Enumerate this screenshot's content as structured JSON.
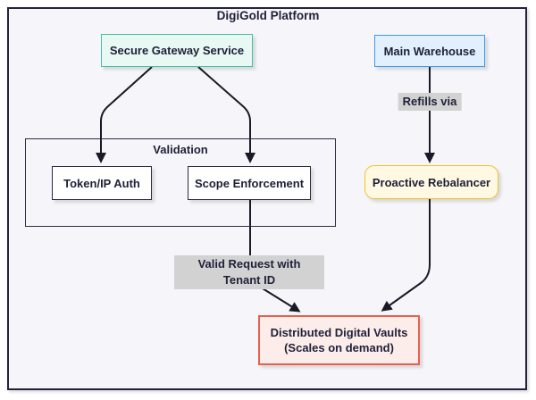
{
  "diagram": {
    "title": "DigiGold Platform",
    "type": "flowchart",
    "nodes": {
      "gateway": {
        "label": "Secure Gateway Service",
        "shape": "rect",
        "border_color": "#3fc1a4",
        "fill_color": "#e8f8f3"
      },
      "warehouse": {
        "label": "Main Warehouse",
        "shape": "rect",
        "border_color": "#3d9be9",
        "fill_color": "#e1f0fc"
      },
      "token_auth": {
        "label": "Token/IP Auth",
        "shape": "rect",
        "border_color": "#2a2a42",
        "fill_color": "#ffffff"
      },
      "scope_enforcement": {
        "label": "Scope Enforcement",
        "shape": "rect",
        "border_color": "#2a2a42",
        "fill_color": "#ffffff"
      },
      "rebalancer": {
        "label": "Proactive Rebalancer",
        "shape": "rounded-rect",
        "border_color": "#f2c029",
        "fill_color": "#fff9e3"
      },
      "vaults": {
        "label": "Distributed Digital Vaults",
        "sublabel": "(Scales on demand)",
        "shape": "rect",
        "border_color": "#e8604d",
        "fill_color": "#fcedea"
      }
    },
    "subgraph": {
      "label": "Validation",
      "contains": [
        "Token/IP Auth",
        "Scope Enforcement"
      ]
    },
    "edges": [
      {
        "from": "Secure Gateway Service",
        "to": "Token/IP Auth",
        "label": ""
      },
      {
        "from": "Secure Gateway Service",
        "to": "Scope Enforcement",
        "label": ""
      },
      {
        "from": "Main Warehouse",
        "to": "Proactive Rebalancer",
        "label": "Refills via"
      },
      {
        "from": "Scope Enforcement",
        "to": "Distributed Digital Vaults",
        "label": "Valid Request with Tenant ID"
      },
      {
        "from": "Proactive Rebalancer",
        "to": "Distributed Digital Vaults",
        "label": ""
      }
    ],
    "edge_labels": {
      "refills": "Refills via",
      "valid_request": "Valid Request with Tenant ID"
    },
    "colors": {
      "background": "#f6f6fa",
      "outer_border": "#23233c",
      "text": "#1f2038",
      "edge_line": "#191927",
      "edge_label_bg": "#d2d2d2"
    }
  }
}
